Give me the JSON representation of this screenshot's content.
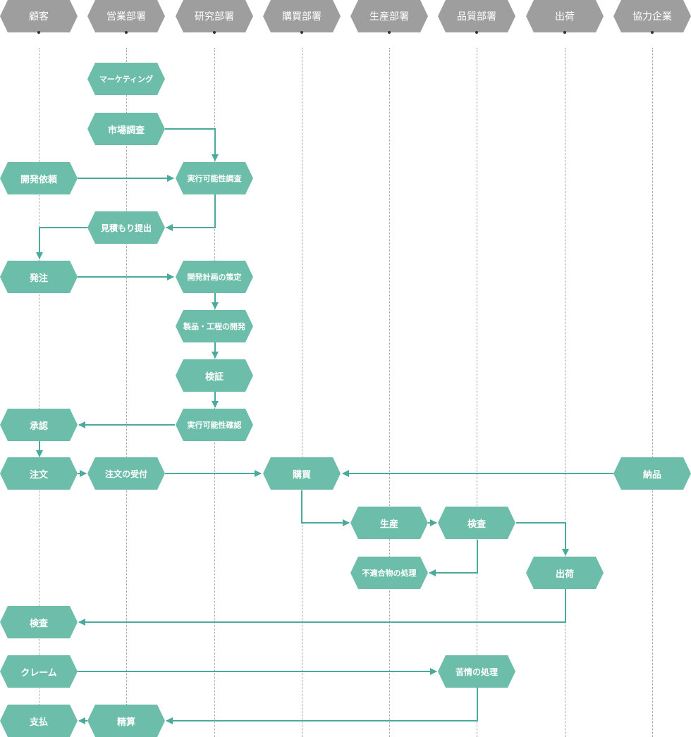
{
  "lanes": [
    "顧客",
    "営業部署",
    "研究部署",
    "購買部署",
    "生産部署",
    "品質部署",
    "出荷",
    "協力企業"
  ],
  "nodes": {
    "marketing": "マーケティング",
    "market_research": "市場調査",
    "dev_request": "開発依頼",
    "feasibility_study": "実行可能性調査",
    "quote": "見積もり提出",
    "order_placed": "発注",
    "dev_plan": "開発計画の策定",
    "product_process_dev": "製品・工程の開発",
    "verification": "検証",
    "feasibility_confirm": "実行可能性確認",
    "approval": "承認",
    "customer_order": "注文",
    "order_receipt": "注文の受付",
    "purchasing": "購買",
    "delivery": "納品",
    "production": "生産",
    "quality_inspection": "検査",
    "nonconforming": "不適合物の処理",
    "shipping": "出荷",
    "customer_inspection": "検査",
    "claim": "クレーム",
    "complaint_handling": "苦情の処理",
    "payment": "支払",
    "settlement": "精算"
  },
  "colors": {
    "header": "#9e9e9e",
    "node": "#6cbda9",
    "arrow": "#4aaa9c",
    "lane_line": "#9a9a9a"
  }
}
